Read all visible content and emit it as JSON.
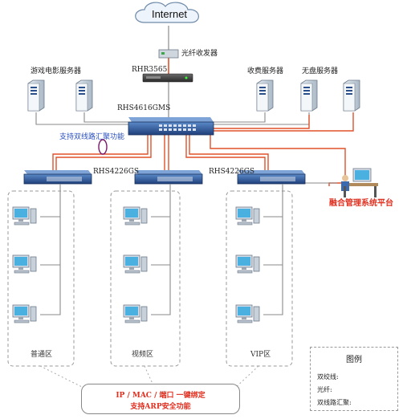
{
  "internet": "Internet",
  "optical_transceiver": "光纤收发器",
  "router_label": "RHR3565",
  "core_switch_label": "RHS4616GMS",
  "game_server_label": "游戏电影服务器",
  "billing_server_label": "收费服务器",
  "diskless_server_label": "无盘服务器",
  "link_agg_note": "支持双线路汇聚功能",
  "access_switch_left_label": "RHS4226GS",
  "access_switch_right_label": "RHS4226GS",
  "mgmt_platform": "融合管理系统平台",
  "zones": [
    "普通区",
    "视频区",
    "VIP区"
  ],
  "legend": {
    "title": "图例",
    "twisted_pair": "双绞线:",
    "fiber": "光纤:",
    "link_agg": "双线路汇聚:"
  },
  "note": {
    "line1": "IP / MAC / 端口 一键绑定",
    "line2": "支持ARP安全功能"
  },
  "colors": {
    "fiber": "#e0502a",
    "twisted_pair": "#8a8a8a",
    "link_agg": "#7a1a6a",
    "accent_text": "#e03020",
    "note_text_blue": "#2a4fbf"
  }
}
